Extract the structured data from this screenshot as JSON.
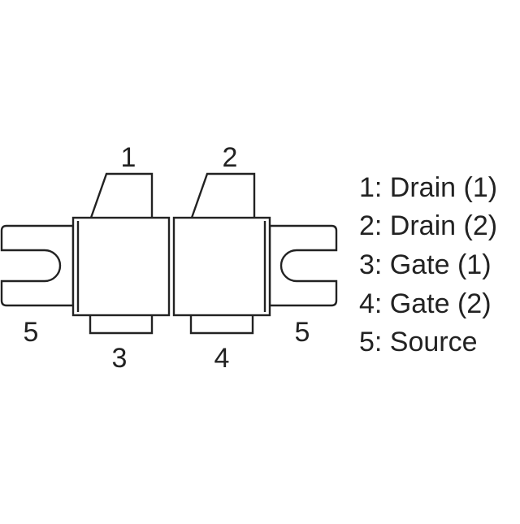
{
  "diagram": {
    "pins": {
      "pin1": "1",
      "pin2": "2",
      "pin3": "3",
      "pin4": "4",
      "pin5_left": "5",
      "pin5_right": "5"
    },
    "legend": [
      "1: Drain (1)",
      "2: Drain (2)",
      "3: Gate (1)",
      "4: Gate (2)",
      "5: Source"
    ],
    "colors": {
      "stroke": "#222222",
      "background": "#ffffff"
    }
  }
}
